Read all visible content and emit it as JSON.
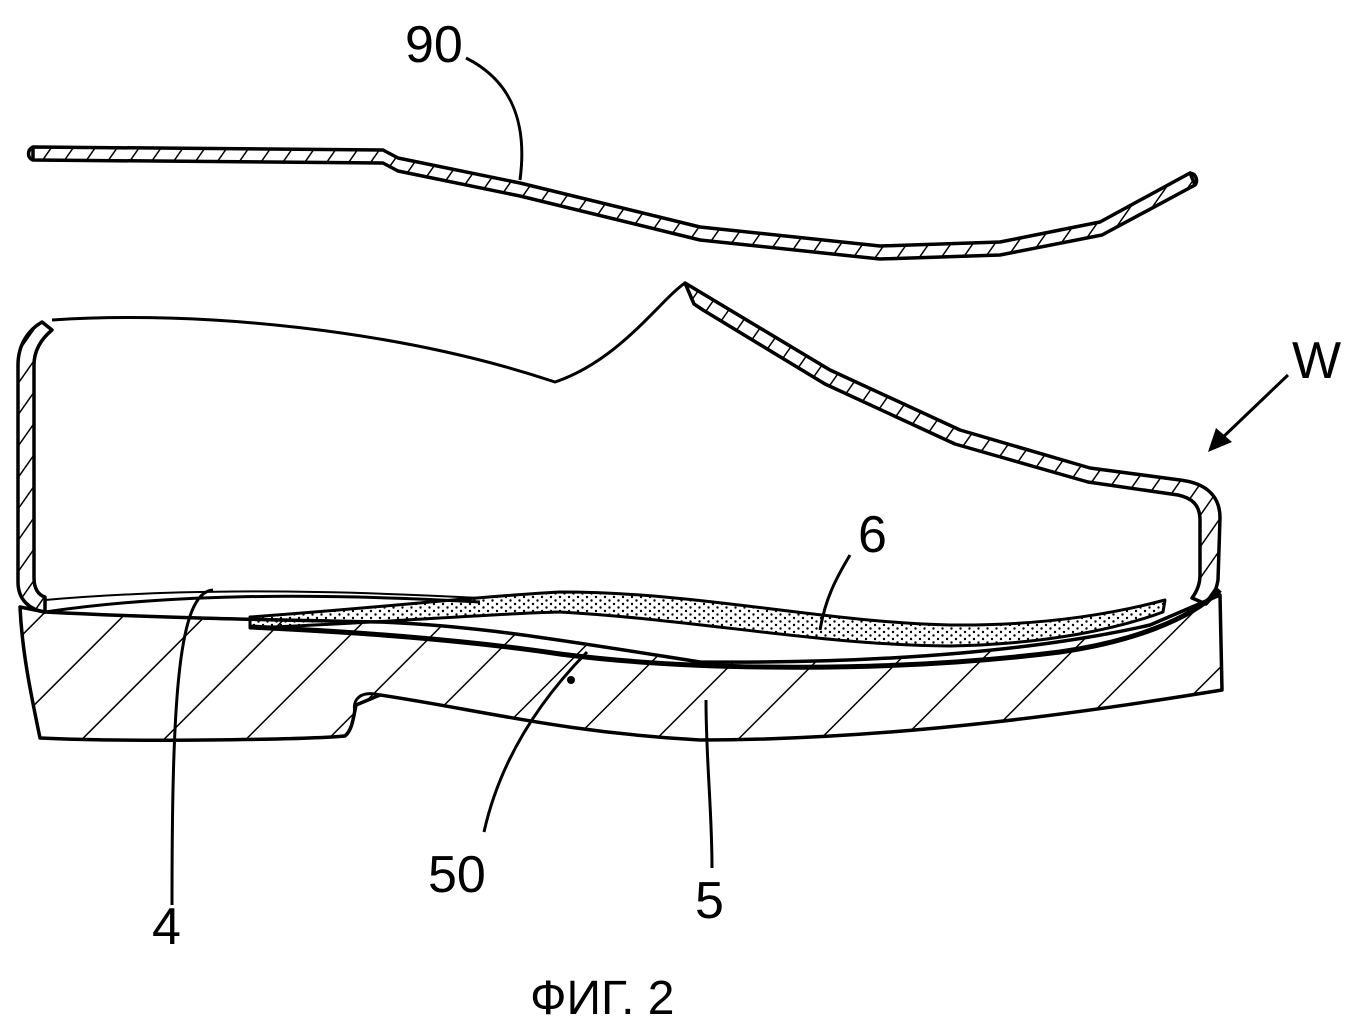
{
  "figure": {
    "caption": "ФИГ. 2",
    "labels": {
      "insole_cover": "90",
      "shoe": "W",
      "insole_layer": "6",
      "upper_edge": "4",
      "bond_point": "50",
      "sole": "5"
    }
  },
  "colors": {
    "line": "#000000",
    "background": "#ffffff"
  }
}
